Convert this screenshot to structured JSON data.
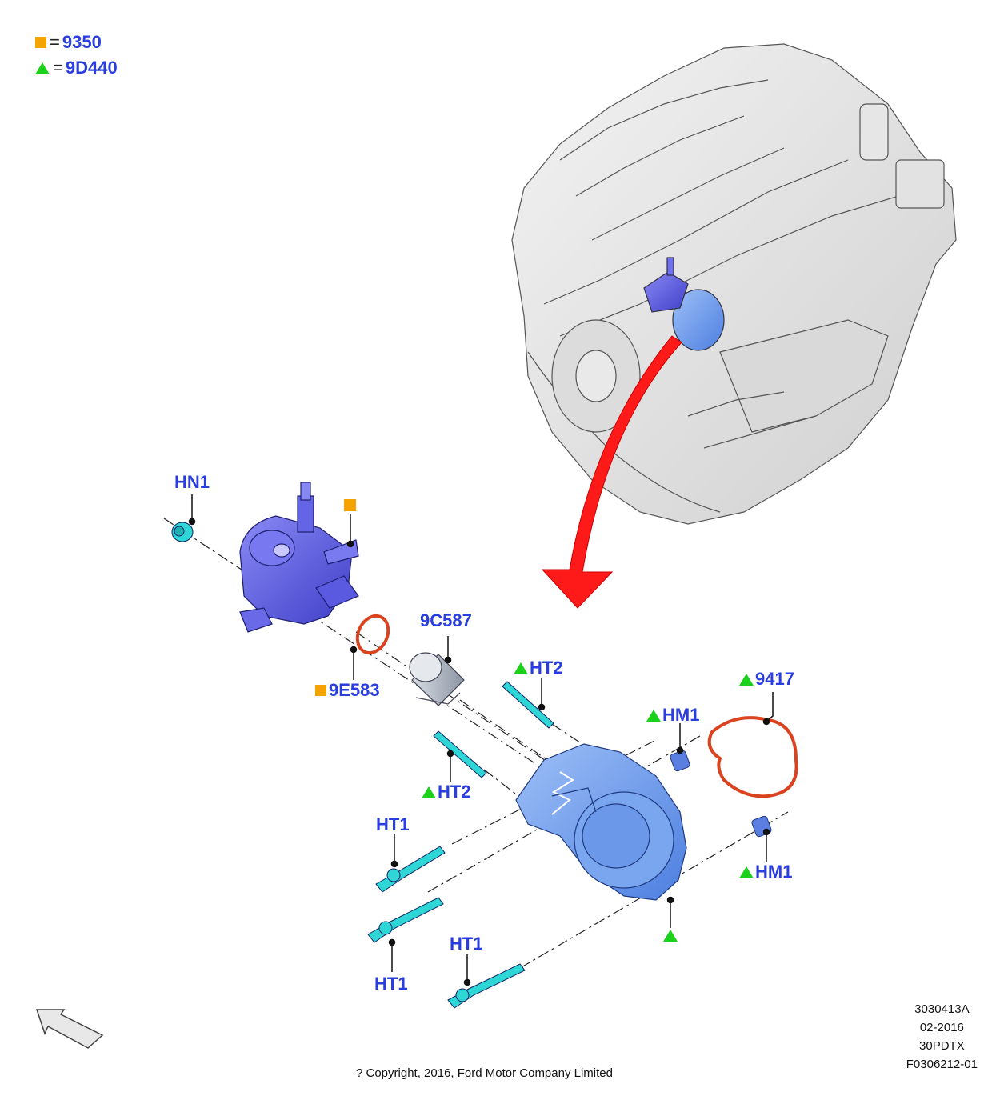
{
  "legend": [
    {
      "marker": "square",
      "color": "#f5a300",
      "eq": "=",
      "code": "9350"
    },
    {
      "marker": "triangle",
      "color": "#1bd11b",
      "eq": "=",
      "code": "9D440"
    }
  ],
  "callouts": {
    "hn1": "HN1",
    "e583": "9E583",
    "c587": "9C587",
    "ht2_top": "HT2",
    "ht2_mid": "HT2",
    "hm1_top": "HM1",
    "hm1_bottom": "HM1",
    "g9417": "9417",
    "ht1_left": "HT1",
    "ht1_lower": "HT1",
    "ht1_right": "HT1"
  },
  "footer": {
    "ref": "3030413A",
    "date": "02-2016",
    "code": "30PDTX",
    "figure": "F0306212-01",
    "copyright": "? Copyright, 2016, Ford Motor Company Limited"
  },
  "colors": {
    "label": "#2a3ee0",
    "pump": "#6f6ff0",
    "vacuum_pump": "#6f9cf0",
    "fastener": "#2fd6d6",
    "gasket": "#e04a2a",
    "arrow": "#ff1a1a"
  }
}
